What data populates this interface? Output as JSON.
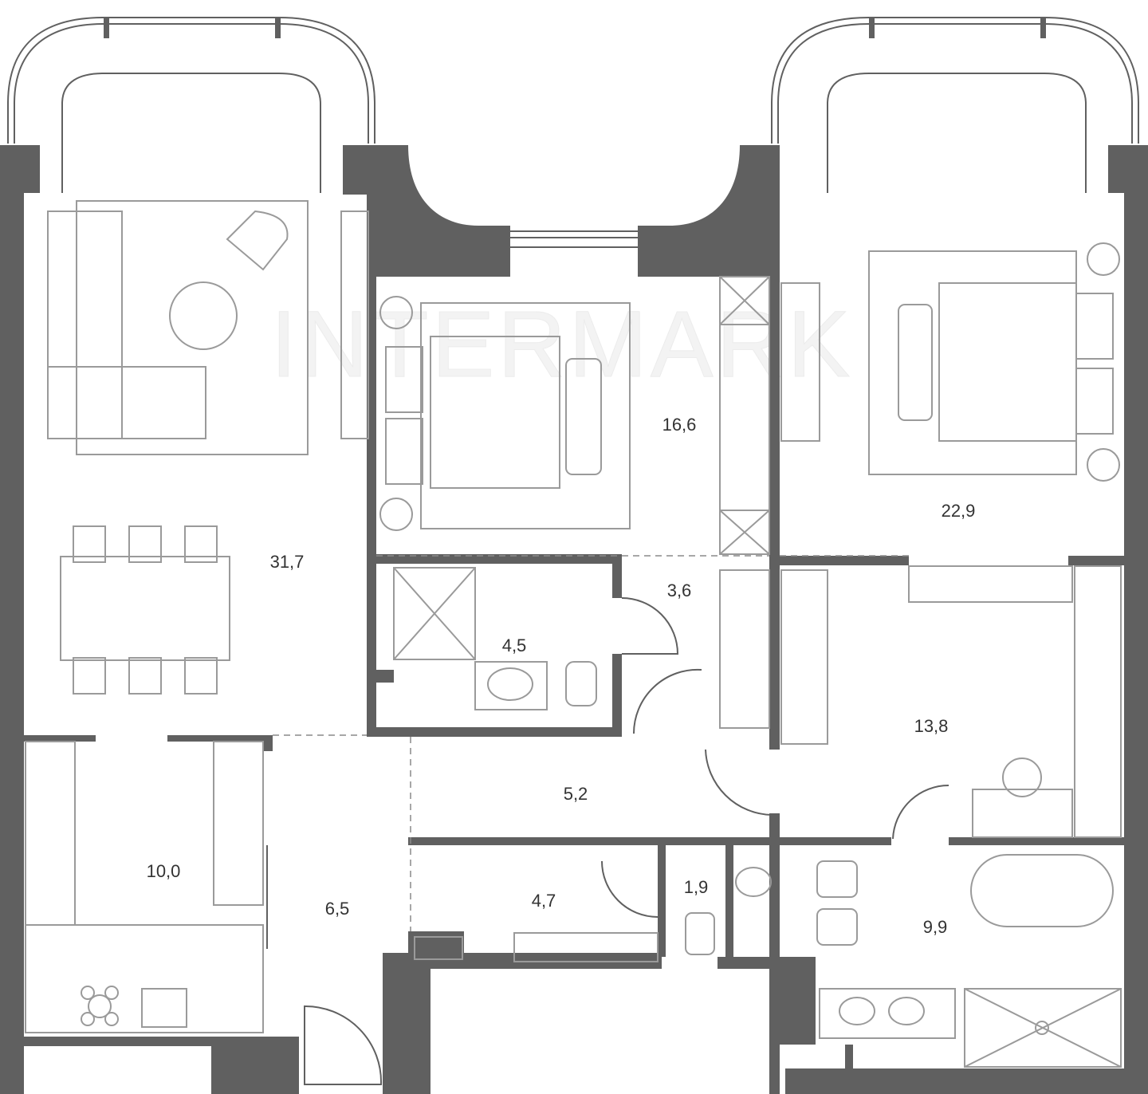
{
  "plan": {
    "watermark": "INTERMARK",
    "wall_color": "#606060",
    "furniture_color": "#9a9a9a",
    "rooms": [
      {
        "id": "living",
        "area": "31,7"
      },
      {
        "id": "bedroom-small",
        "area": "16,6"
      },
      {
        "id": "bedroom-master",
        "area": "22,9"
      },
      {
        "id": "wardrobe-small",
        "area": "3,6"
      },
      {
        "id": "bathroom-small",
        "area": "4,5"
      },
      {
        "id": "dressing",
        "area": "13,8"
      },
      {
        "id": "hall",
        "area": "5,2"
      },
      {
        "id": "kitchen",
        "area": "10,0"
      },
      {
        "id": "entrance",
        "area": "6,5"
      },
      {
        "id": "corridor",
        "area": "4,7"
      },
      {
        "id": "wc",
        "area": "1,9"
      },
      {
        "id": "bathroom-master",
        "area": "9,9"
      }
    ]
  }
}
